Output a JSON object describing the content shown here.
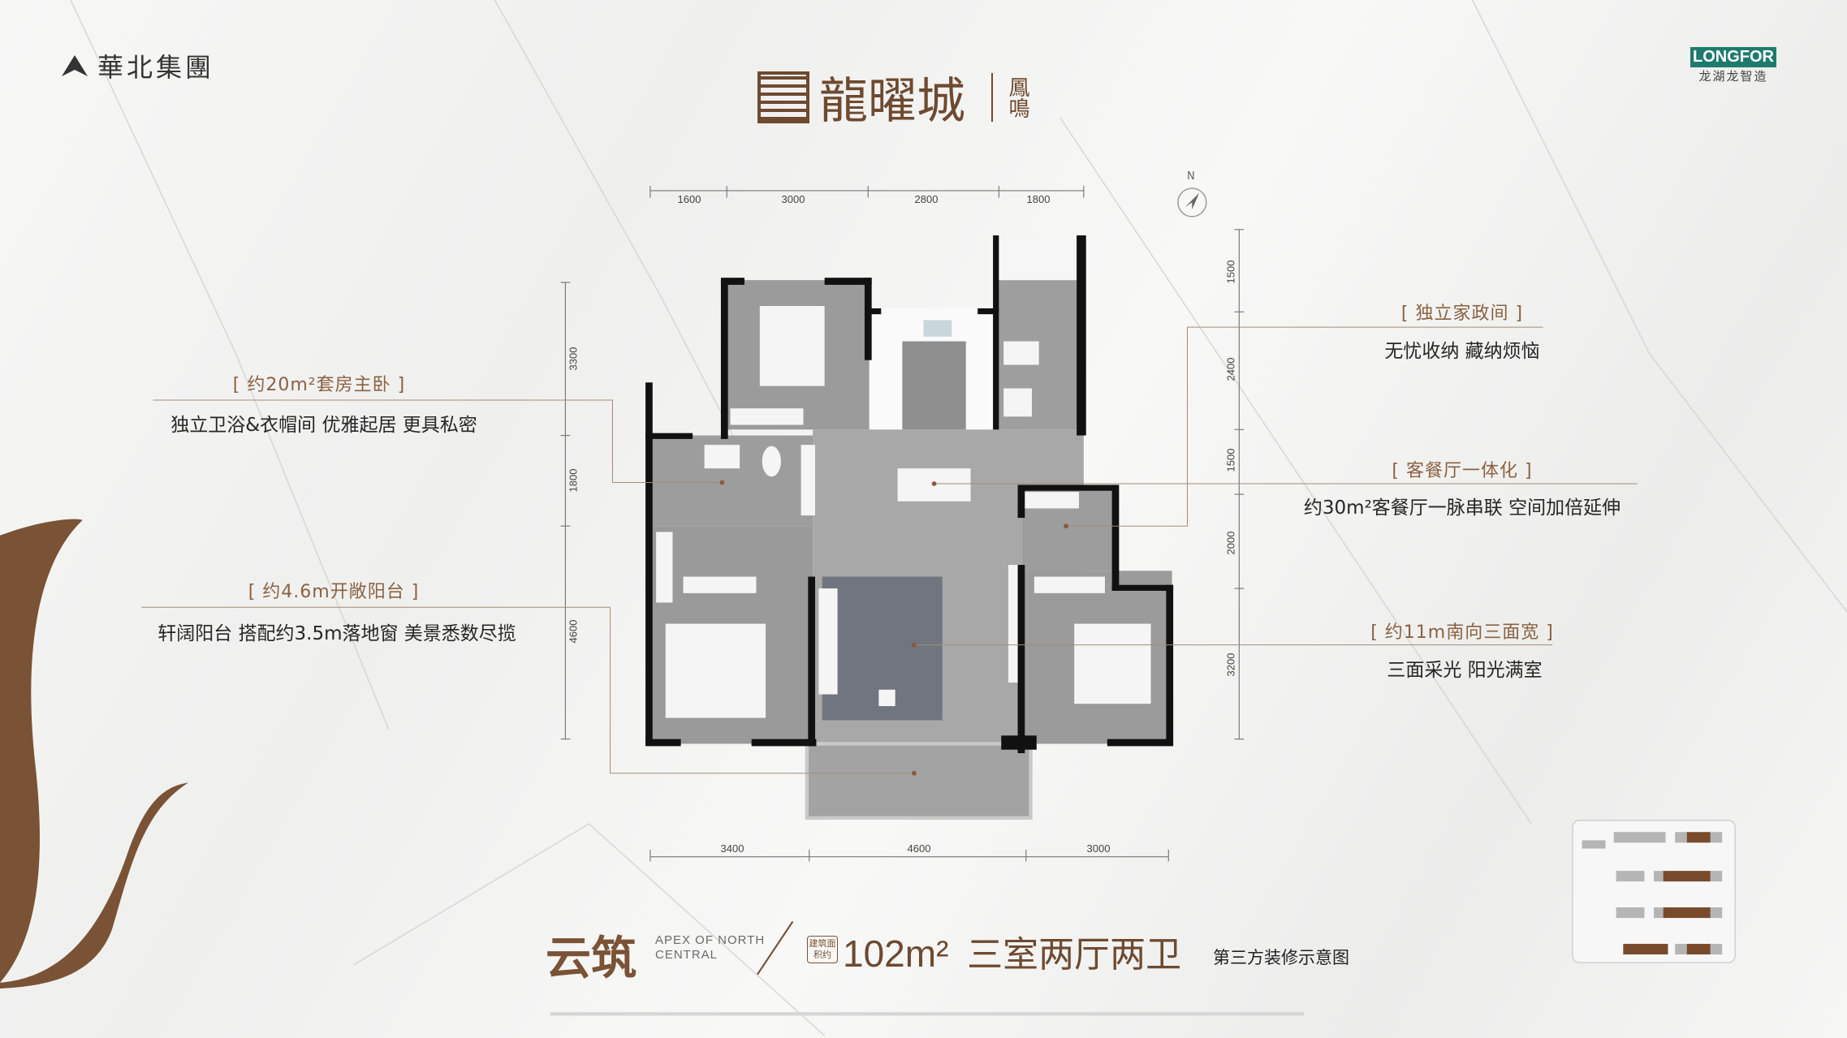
{
  "header": {
    "developer_logo": "華北集團",
    "project_logo": "龍曜城",
    "project_sub": "鳳鳴",
    "brand_logo": "LONGFOR",
    "brand_sub": "龙湖龙智造"
  },
  "compass": {
    "label": "N"
  },
  "dimensions": {
    "top": [
      "1600",
      "3000",
      "2800",
      "1800"
    ],
    "bottom": [
      "3400",
      "4600",
      "3000"
    ],
    "left": [
      "3300",
      "1800",
      "4600"
    ],
    "right": [
      "1500",
      "2400",
      "1500",
      "2000",
      "3200"
    ]
  },
  "annotations": {
    "master_suite": {
      "title": "[ 约20m²套房主卧 ]",
      "desc": "独立卫浴&衣帽间 优雅起居 更具私密"
    },
    "balcony": {
      "title": "[ 约4.6m开敞阳台 ]",
      "desc": "轩阔阳台 搭配约3.5m落地窗 美景悉数尽揽"
    },
    "utility": {
      "title": "[ 独立家政间 ]",
      "desc": "无忧收纳 藏纳烦恼"
    },
    "living": {
      "title": "[ 客餐厅一体化 ]",
      "desc": "约30m²客餐厅一脉串联 空间加倍延伸"
    },
    "south": {
      "title": "[ 约11m南向三面宽 ]",
      "desc": "三面采光 阳光满室"
    }
  },
  "footer": {
    "unit_name": "云筑",
    "unit_en_1": "APEX OF NORTH",
    "unit_en_2": "CENTRAL",
    "area_badge": "建筑面积约",
    "area": "102m²",
    "layout": "三室两厅两卫",
    "note": "第三方装修示意图"
  },
  "colors": {
    "accent": "#7a5235",
    "wall": "#111111",
    "floor": "#9a9a9a"
  }
}
